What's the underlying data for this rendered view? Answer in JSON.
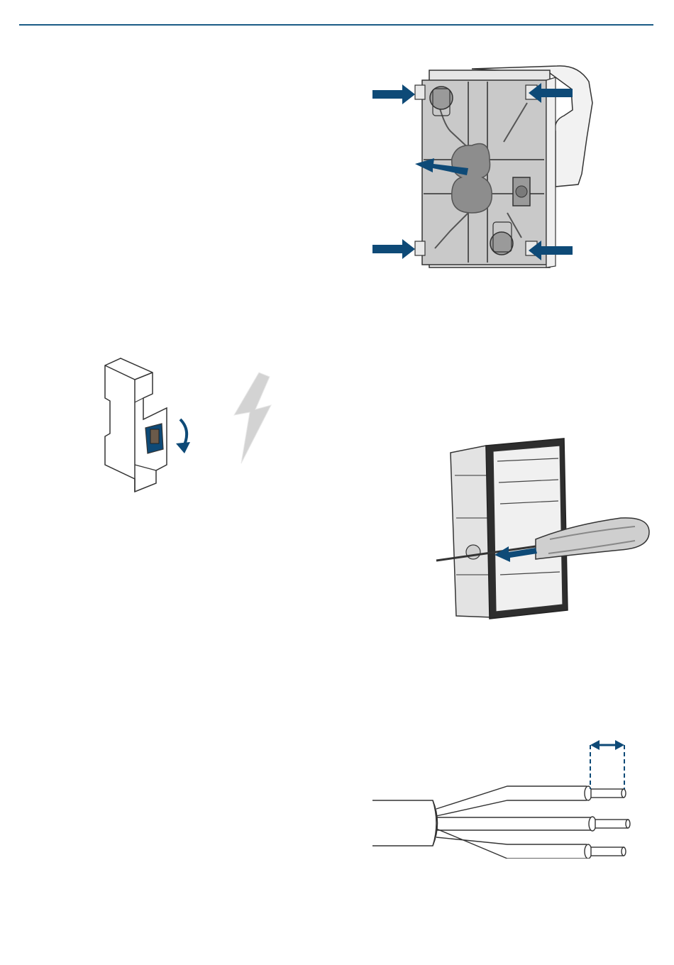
{
  "page": {
    "header_rule_color": "#1a5b86",
    "accent_color": "#0e4a77",
    "line_color": "#333333",
    "fill_gray": "#c9c9c9",
    "fill_dark_gray": "#8d8d8d",
    "warning_gray": "#d3d3d3"
  },
  "figures": [
    {
      "id": "base-plate-removal",
      "icon": "arrow-icon"
    },
    {
      "id": "circuit-breaker-off",
      "icon": "lightning-icon"
    },
    {
      "id": "screwdriver-release",
      "icon": "screwdriver-icon"
    },
    {
      "id": "cable-strip-length",
      "icon": "measure-icon"
    }
  ]
}
